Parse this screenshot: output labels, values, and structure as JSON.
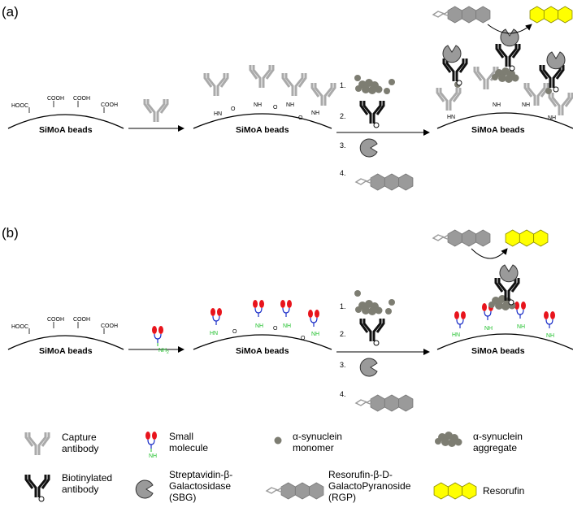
{
  "panels": {
    "a": {
      "label": "(a)",
      "bead_label": "SiMoA beads",
      "cooh": "COOH",
      "hooc": "HOOC",
      "amide_nh": "NH",
      "amide_hn": "HN",
      "amide_o": "O",
      "steps": [
        "1.",
        "2.",
        "3.",
        "4."
      ]
    },
    "b": {
      "label": "(b)",
      "bead_label": "SiMoA beads",
      "cooh": "COOH",
      "hooc": "HOOC",
      "nh2": "NH",
      "nh2_sub": "2",
      "amide_nh": "NH",
      "amide_hn": "HN",
      "amide_o": "O",
      "steps": [
        "1.",
        "2.",
        "3.",
        "4."
      ]
    }
  },
  "legend": {
    "capture_antibody": [
      "Capture",
      "antibody"
    ],
    "small_molecule": [
      "Small",
      "molecule"
    ],
    "monomer": [
      "α-synuclein",
      "monomer"
    ],
    "aggregate": [
      "α-synuclein",
      "aggregate"
    ],
    "biotinylated_antibody": [
      "Biotinylated",
      "antibody"
    ],
    "sbg": [
      "Streptavidin-β-",
      "Galactosidase",
      "(SBG)"
    ],
    "rgp": [
      "Resorufin-β-D-",
      "GalactoPyranoside",
      "(RGP)"
    ],
    "resorufin": "Resorufin"
  },
  "colors": {
    "capture_antibody": "#aaaaaa",
    "biotinylated_antibody": "#111111",
    "small_molecule_head": "#e8141c",
    "small_molecule_linker": "#1a2ec8",
    "small_molecule_amine": "#1fbf2a",
    "synuclein": "#7d7d72",
    "sbg": "#9a9a9a",
    "rgp": "#9a9a9a",
    "resorufin": "#ffff00"
  }
}
